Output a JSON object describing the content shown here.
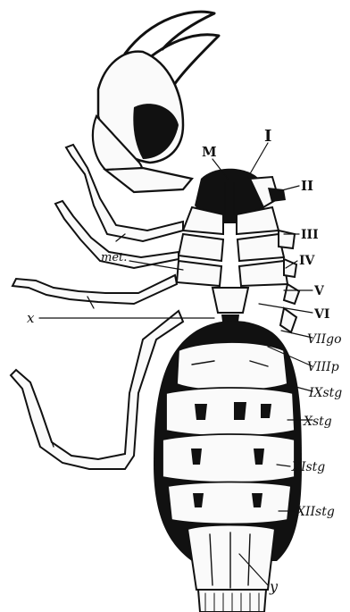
{
  "labels": {
    "M": "M",
    "I": "I",
    "II": "II",
    "III": "III",
    "IV": "IV",
    "met": "met.",
    "V": "V",
    "x": "x",
    "VI": "VI",
    "VIIgo": "VIIgo",
    "VIIIp": "VIIIp",
    "IXstg": "IXstg",
    "Xstg": "Xstg",
    "XIstg": "XIstg",
    "XIIstg": "XIIstg",
    "y": "y"
  }
}
